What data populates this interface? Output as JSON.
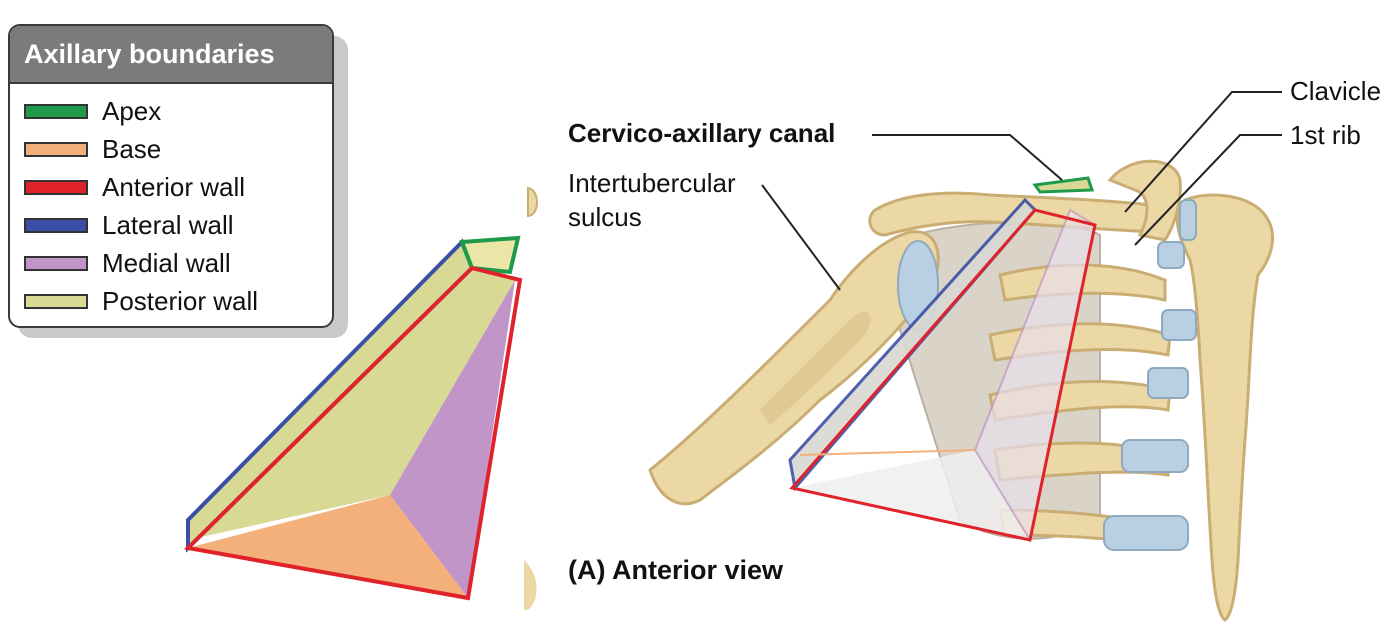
{
  "legend": {
    "title": "Axillary boundaries",
    "items": [
      {
        "label": "Apex",
        "color": "#1f9a4a"
      },
      {
        "label": "Base",
        "color": "#f3b07b"
      },
      {
        "label": "Anterior wall",
        "color": "#e0232a"
      },
      {
        "label": "Lateral wall",
        "color": "#3a4fa6"
      },
      {
        "label": "Medial wall",
        "color": "#c295c8"
      },
      {
        "label": "Posterior wall",
        "color": "#d8d994"
      }
    ]
  },
  "labels": {
    "canal": "Cervico-axillary canal",
    "sulcus_line1": "Intertubercular",
    "sulcus_line2": "sulcus",
    "clavicle": "Clavicle",
    "first_rib": "1st rib",
    "view": "(A) Anterior view"
  },
  "colors": {
    "bone": "#ecd8a5",
    "bone_shadow": "#c9ad73",
    "bone_outline": "#7d6533",
    "cartilage": "#b9d0e2",
    "scapula": "#d9d3c8"
  }
}
